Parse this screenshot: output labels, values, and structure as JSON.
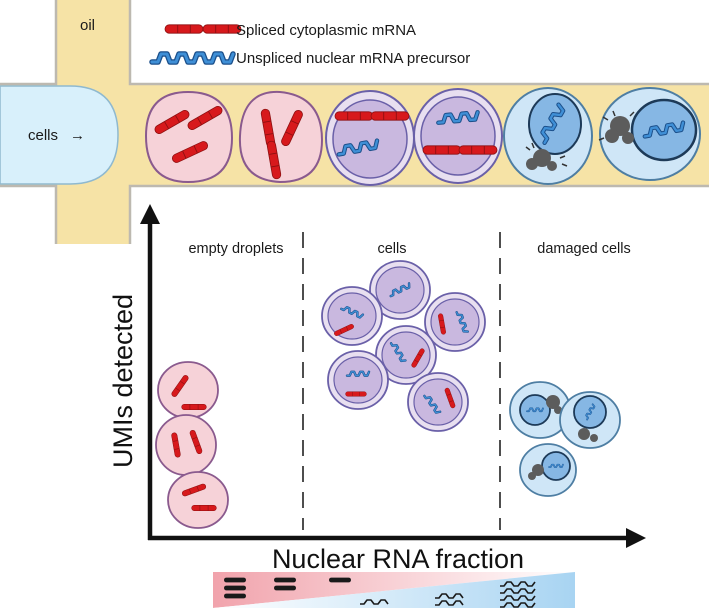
{
  "channel": {
    "oil_label": "oil",
    "cells_label": "cells",
    "cells_arrow": "→"
  },
  "legend": {
    "spliced_label": "Spliced cytoplasmic mRNA",
    "unspliced_label": "Unspliced nuclear mRNA precursor"
  },
  "regions": {
    "empty_label": "empty droplets",
    "cells_label": "cells",
    "damaged_label": "damaged cells"
  },
  "axes": {
    "y_label": "UMIs detected",
    "x_label": "Nuclear RNA fraction"
  },
  "colors": {
    "oil": "#f6e3a6",
    "cell_inlet": "#d8f0fb",
    "spliced_mrna": "#d7191c",
    "unspliced_mrna": "#2c6fb7",
    "empty_droplet_fill": "#f6d2d8",
    "cell_fill": "#d8c8e6",
    "nucleus_fill": "#a68fcc",
    "damaged_fill": "#cfe6f7",
    "damaged_nucleus": "#86b7e4",
    "axis": "#111111"
  }
}
